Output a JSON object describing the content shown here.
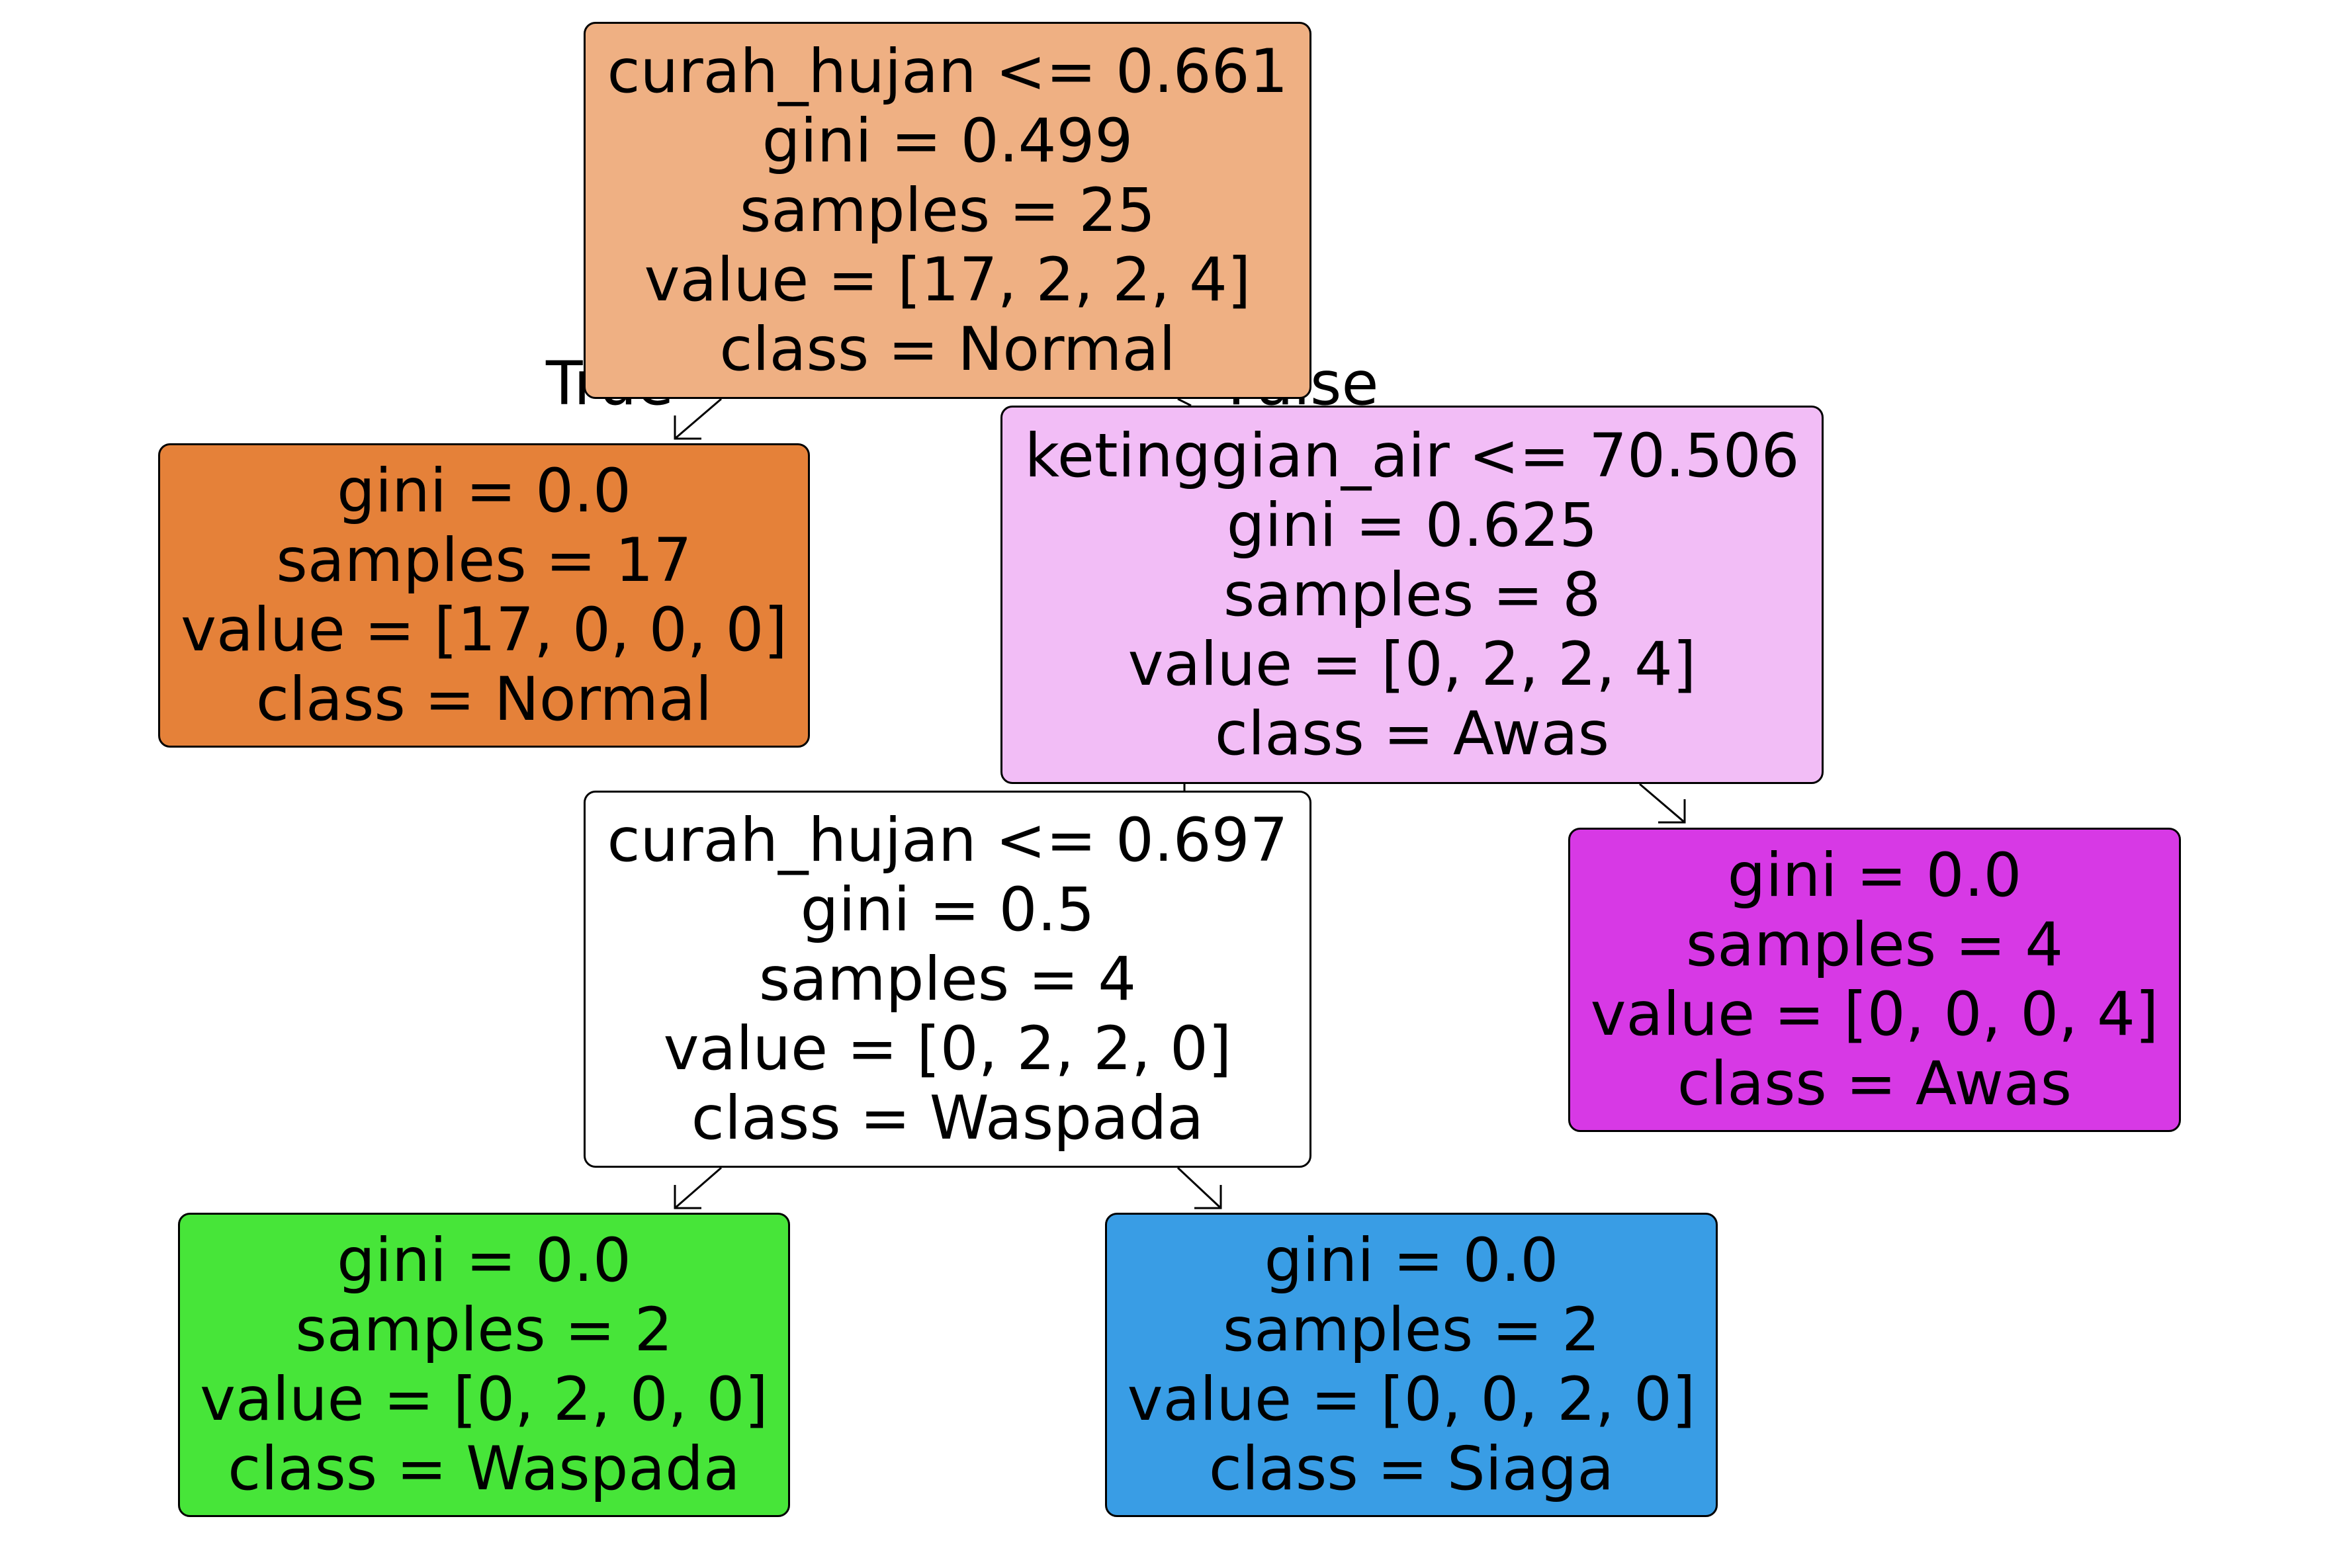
{
  "tree": {
    "edge_labels": {
      "true": "True",
      "false": "False"
    },
    "nodes": [
      {
        "lines": [
          "curah_hujan <= 0.661",
          "gini = 0.499",
          "samples = 25",
          "value = [17, 2, 2, 4]",
          "class = Normal"
        ],
        "fill": "#efb083"
      },
      {
        "lines": [
          "gini = 0.0",
          "samples = 17",
          "value = [17, 0, 0, 0]",
          "class = Normal"
        ],
        "fill": "#e58139"
      },
      {
        "lines": [
          "ketinggian_air <= 70.506",
          "gini = 0.625",
          "samples = 8",
          "value = [0, 2, 2, 4]",
          "class = Awas"
        ],
        "fill": "#f2bdf6"
      },
      {
        "lines": [
          "curah_hujan <= 0.697",
          "gini = 0.5",
          "samples = 4",
          "value = [0, 2, 2, 0]",
          "class = Waspada"
        ],
        "fill": "#ffffff"
      },
      {
        "lines": [
          "gini = 0.0",
          "samples = 4",
          "value = [0, 0, 0, 4]",
          "class = Awas"
        ],
        "fill": "#d739e5"
      },
      {
        "lines": [
          "gini = 0.0",
          "samples = 2",
          "value = [0, 2, 0, 0]",
          "class = Waspada"
        ],
        "fill": "#47e539"
      },
      {
        "lines": [
          "gini = 0.0",
          "samples = 2",
          "value = [0, 0, 2, 0]",
          "class = Siaga"
        ],
        "fill": "#399de5"
      }
    ]
  }
}
